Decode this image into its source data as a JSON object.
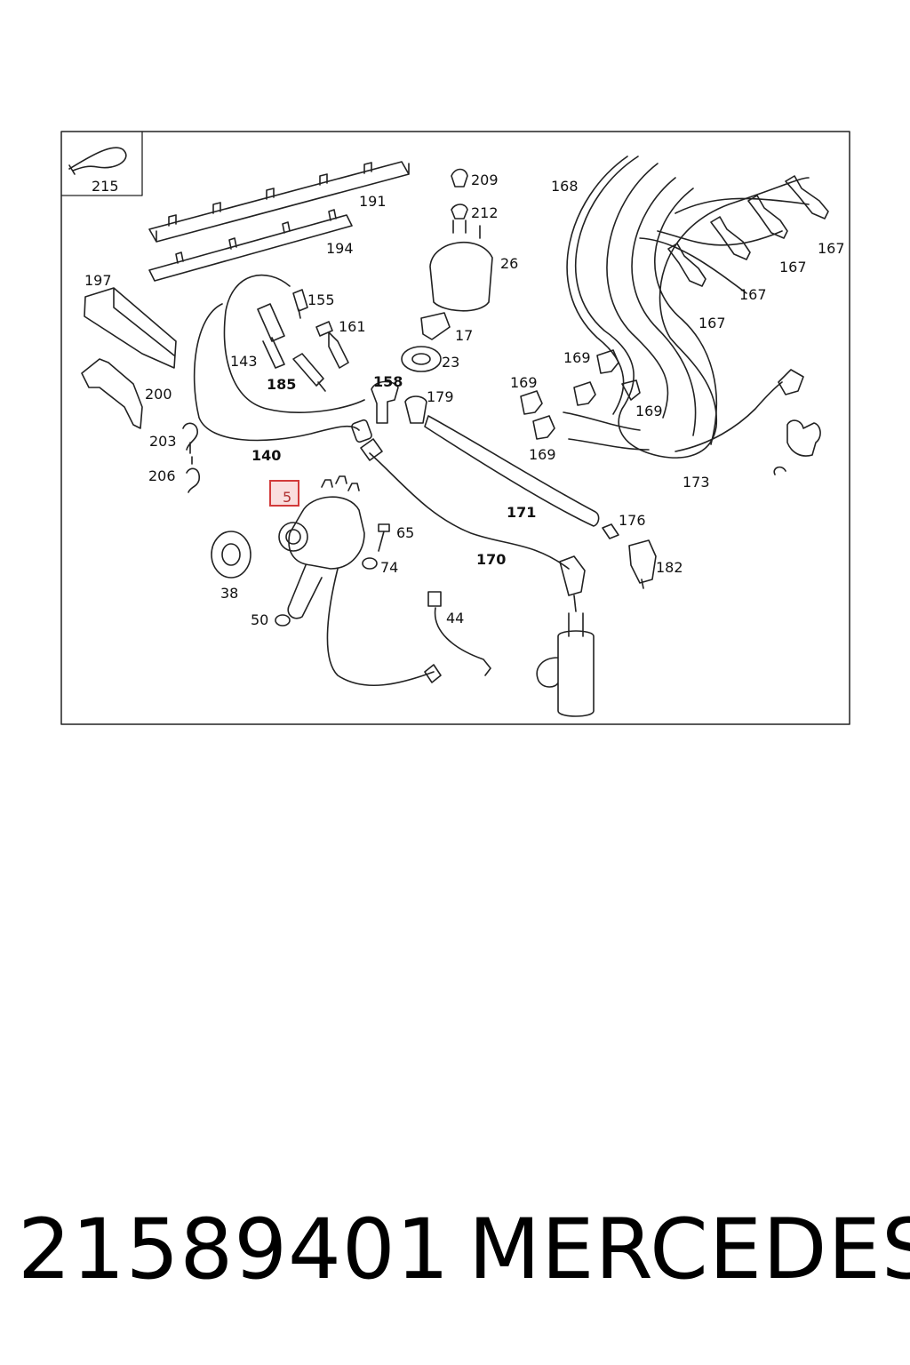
{
  "diagram": {
    "callouts": [
      "215",
      "191",
      "194",
      "209",
      "212",
      "26",
      "17",
      "23",
      "168",
      "167",
      "167",
      "167",
      "167",
      "169",
      "169",
      "169",
      "169",
      "197",
      "200",
      "155",
      "161",
      "143",
      "185",
      "158",
      "179",
      "140",
      "203",
      "206",
      "5",
      "65",
      "74",
      "38",
      "50",
      "171",
      "176",
      "182",
      "170",
      "44",
      "173"
    ]
  },
  "footer": {
    "part_number": "21589401",
    "brand": "MERCEDES"
  }
}
